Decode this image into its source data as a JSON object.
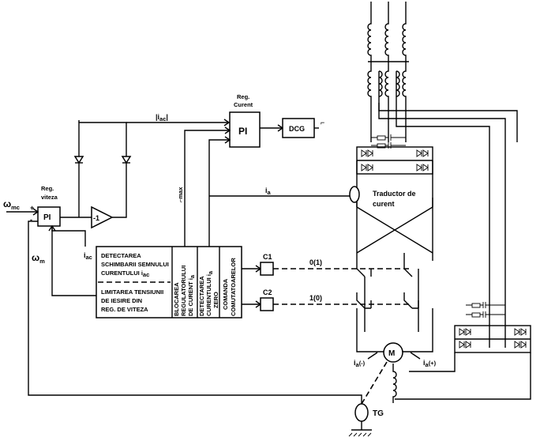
{
  "blocks": {
    "pi_speed": {
      "label": "PI",
      "title_line1": "Reg.",
      "title_line2": "viteza"
    },
    "pi_current": {
      "label": "PI",
      "title_line1": "Reg.",
      "title_line2": "Curent"
    },
    "inverter": {
      "label": "-1"
    },
    "dcg": {
      "label": "DCG"
    },
    "c1": {
      "label": "C1"
    },
    "c2": {
      "label": "C2"
    },
    "current_sensor": {
      "line1": "Traductor de",
      "line2": "curent"
    },
    "motor": {
      "label": "M"
    },
    "tachogenerator": {
      "label": "TG"
    }
  },
  "signals": {
    "omega_ref": "ω",
    "omega_ref_sub": "mc",
    "omega_meas": "ω",
    "omega_meas_sub": "m",
    "iac_abs": "|i",
    "iac_abs_sub": "ac",
    "iac_abs_close": "|",
    "iac": "i",
    "iac_sub": "ac",
    "ia": "i",
    "ia_sub": "a",
    "alpha_max": "⌐max",
    "alpha_out": "⌐",
    "plus": "+",
    "minus": "-",
    "state_0_1": "0(1)",
    "state_1_0": "1(0)",
    "ia_neg": "i",
    "ia_neg_sub": "a",
    "ia_neg_sign": "(-)",
    "ia_pos": "i",
    "ia_pos_sub": "a",
    "ia_pos_sign": "(+)"
  },
  "logic_block": {
    "detect_line1": "DETECTAREA",
    "detect_line2": "SCHIMBARII SEMNULUI",
    "detect_line3": "CURENTULUI i",
    "detect_line3_sub": "ac",
    "limit_line1": "LIMITAREA TENSIUNII",
    "limit_line2": "DE IESIRE DIN",
    "limit_line3": "REG. DE VITEZA",
    "col1_line1": "BLOCAREA",
    "col1_line2": "REGULATORULUI",
    "col1_line3": "DE CURENT i",
    "col1_line3_sub": "a",
    "col2_line1": "DETECTAREA",
    "col2_line2": "CURENTULUI i",
    "col2_line2_sub": "a",
    "col2_line3": "ZERO",
    "col3_line1": "COMANDA",
    "col3_line2": "COMUTATOARELOR"
  }
}
